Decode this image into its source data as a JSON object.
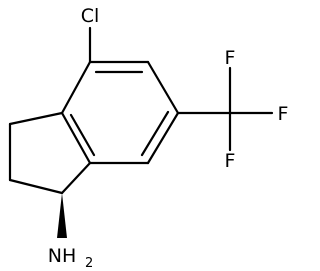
{
  "molecule": {
    "atom_labels": {
      "chlorine": "Cl",
      "fluorine_top": "F",
      "fluorine_right": "F",
      "fluorine_bottom": "F",
      "amine_N": "NH",
      "amine_subscript": "2"
    },
    "stereo_bond": "wedge"
  }
}
